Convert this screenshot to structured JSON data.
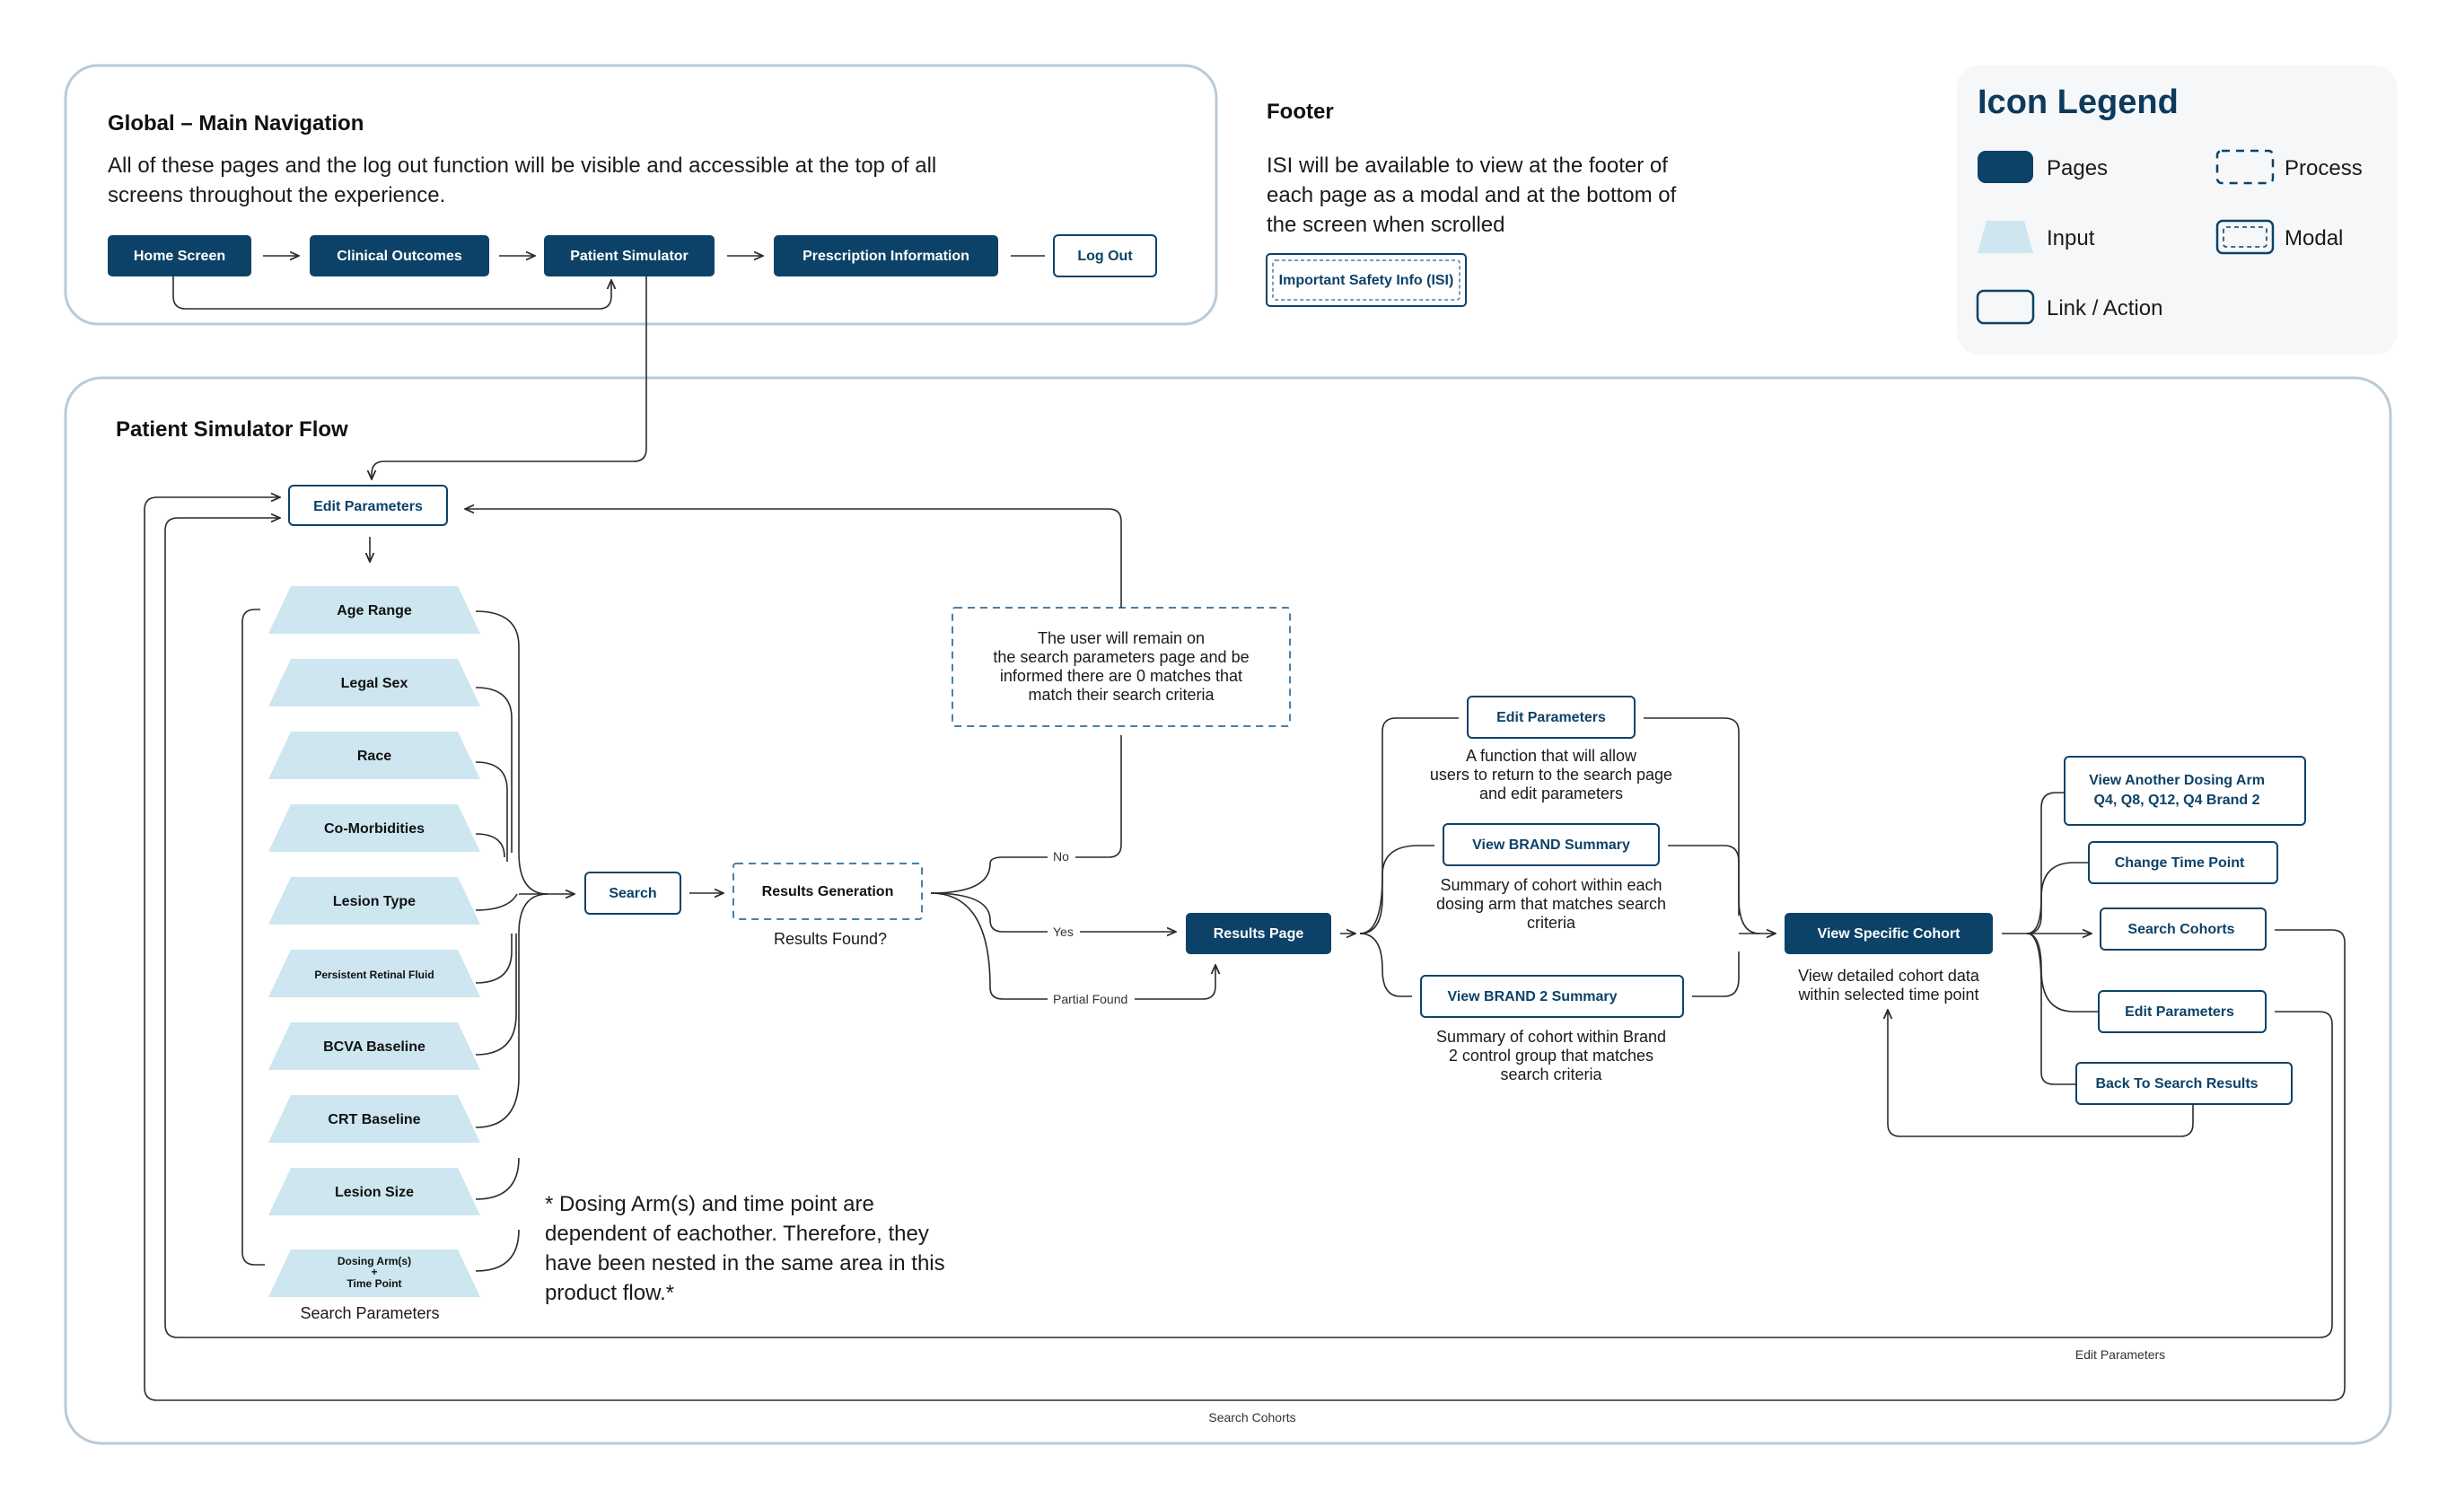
{
  "global_nav": {
    "title": "Global – Main Navigation",
    "desc_lines": [
      "All of these pages and the log out function will be visible and accessible at the top of all",
      "screens throughout the experience."
    ],
    "pages": [
      "Home Screen",
      "Clinical Outcomes",
      "Patient Simulator",
      "Prescription Information"
    ],
    "logout": "Log Out"
  },
  "footer": {
    "title": "Footer",
    "desc_lines": [
      "ISI will be available to view at the footer of",
      "each page as a modal and at the bottom of",
      "the screen when scrolled"
    ],
    "isi_label": "Important Safety Info (ISI)"
  },
  "legend": {
    "title": "Icon Legend",
    "pages": "Pages",
    "process": "Process",
    "input": "Input",
    "modal": "Modal",
    "link": "Link / Action"
  },
  "flow": {
    "title": "Patient Simulator Flow",
    "edit_parameters": "Edit Parameters",
    "inputs": [
      "Age Range",
      "Legal Sex",
      "Race",
      "Co-Morbidities",
      "Lesion Type",
      "Persistent Retinal Fluid",
      "BCVA Baseline",
      "CRT Baseline",
      "Lesion Size"
    ],
    "dosing_lines": [
      "Dosing Arm(s)",
      "+",
      "Time Point"
    ],
    "search_params_label": "Search Parameters",
    "note_lines": [
      "* Dosing Arm(s) and time point are",
      "dependent of eachother. Therefore, they",
      "have been nested in the same area in this",
      "product flow.*"
    ],
    "search": "Search",
    "results_generation": "Results Generation",
    "results_found": "Results Found?",
    "no_match_lines": [
      "The user will remain on",
      "the search parameters page and be",
      "informed there are 0 matches that",
      "match their search criteria"
    ],
    "edge_no": "No",
    "edge_yes": "Yes",
    "edge_partial": "Partial Found",
    "results_page": "Results Page",
    "edit_params_2": "Edit Parameters",
    "edit_params_desc": [
      "A function that will allow",
      "users to return to the search page",
      "and edit parameters"
    ],
    "view_brand_summary": "View BRAND Summary",
    "brand_desc": [
      "Summary of cohort within each",
      "dosing arm that matches search",
      "criteria"
    ],
    "view_brand2_summary": "View BRAND 2 Summary",
    "brand2_desc": [
      "Summary of cohort within Brand",
      "2 control group that matches",
      "search criteria"
    ],
    "view_specific_cohort": "View Specific Cohort",
    "cohort_desc": [
      "View detailed cohort data",
      "within selected time point"
    ],
    "view_another_lines": [
      "View Another Dosing Arm",
      "Q4, Q8, Q12, Q4 Brand 2"
    ],
    "change_time_point": "Change Time Point",
    "search_cohorts": "Search Cohorts",
    "edit_params_3": "Edit Parameters",
    "back_to_results": "Back To Search Results",
    "loop_edit_label": "Edit Parameters",
    "loop_search_label": "Search Cohorts"
  },
  "colors": {
    "page": "#0d4268",
    "input": "#cde6f0",
    "frame": "#b9cad8",
    "process_border": "#4a7fa8"
  }
}
